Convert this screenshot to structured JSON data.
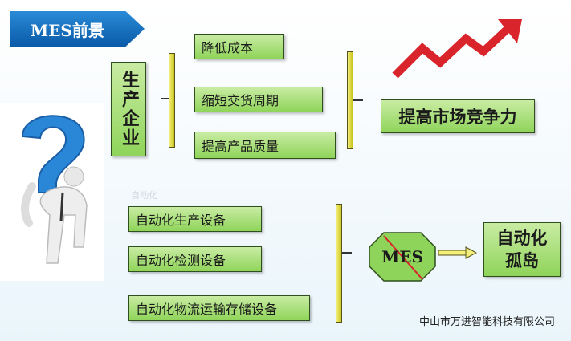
{
  "title": "MES前景",
  "enterprise": "生产企业",
  "goals": [
    "降低成本",
    "缩短交货周期",
    "提高产品质量"
  ],
  "result": "提高市场竞争力",
  "equipment": [
    "自动化生产设备",
    "自动化检测设备",
    "自动化物流运输存储设备"
  ],
  "mes": "MES",
  "island": "自动化孤岛",
  "company": "中山市万进智能科技有限公司",
  "faint_text": "自动化",
  "colors": {
    "banner": "#0a5aa8",
    "box_green": "#8fd45a",
    "arrow_red": "#d8242a",
    "figure_blue": "#2a86d6"
  }
}
